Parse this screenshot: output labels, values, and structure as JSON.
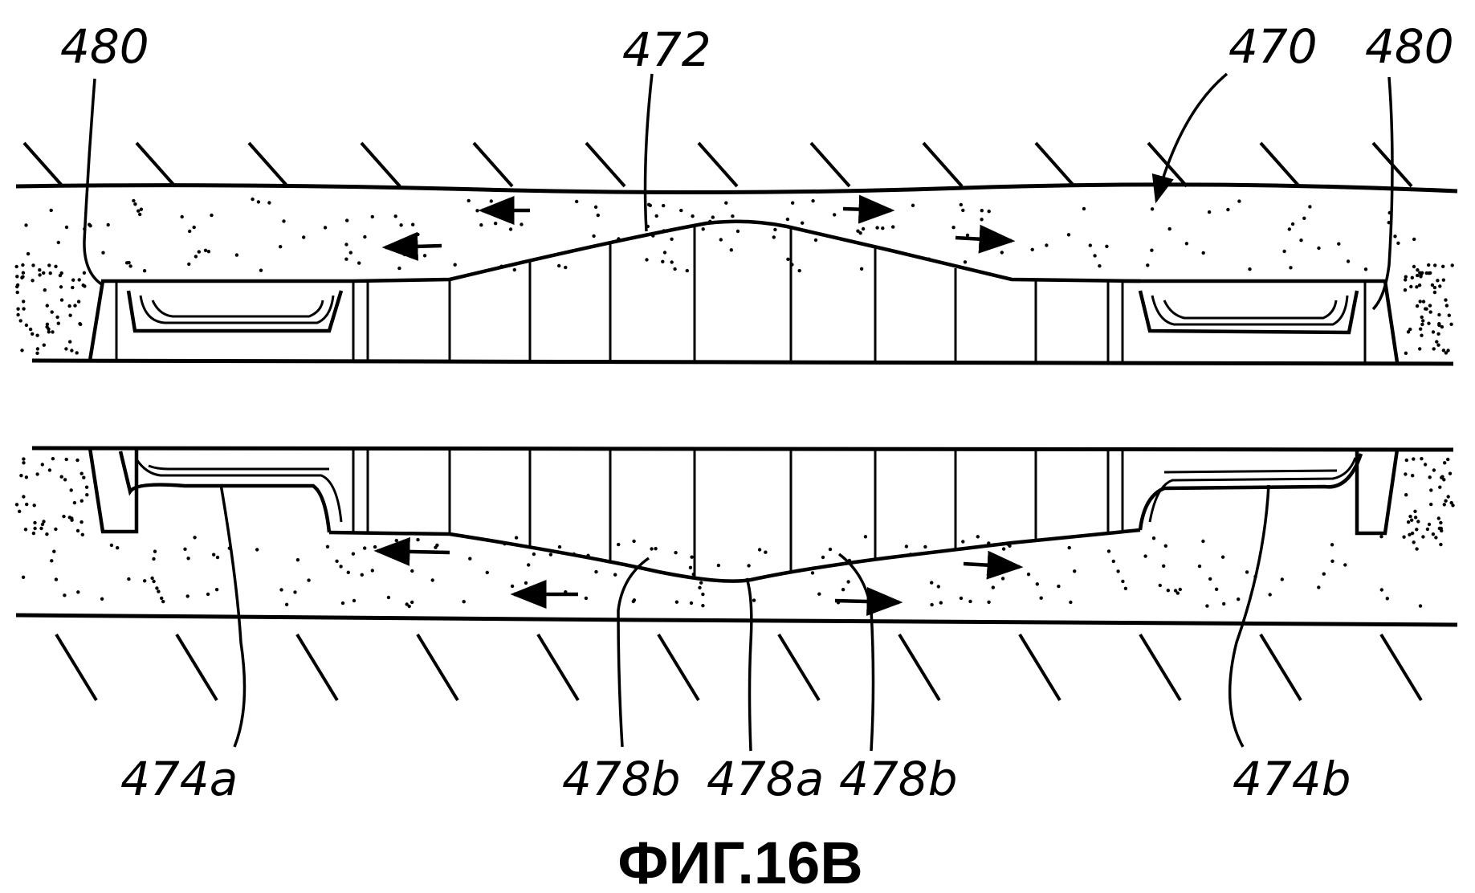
{
  "labels": {
    "l480_left": "480",
    "l472": "472",
    "l470": "470",
    "l480_right": "480",
    "l474a": "474a",
    "l478b_left": "478b",
    "l478a": "478a",
    "l478b_right": "478b",
    "l474b": "474b"
  },
  "caption": "ФИГ.16В"
}
